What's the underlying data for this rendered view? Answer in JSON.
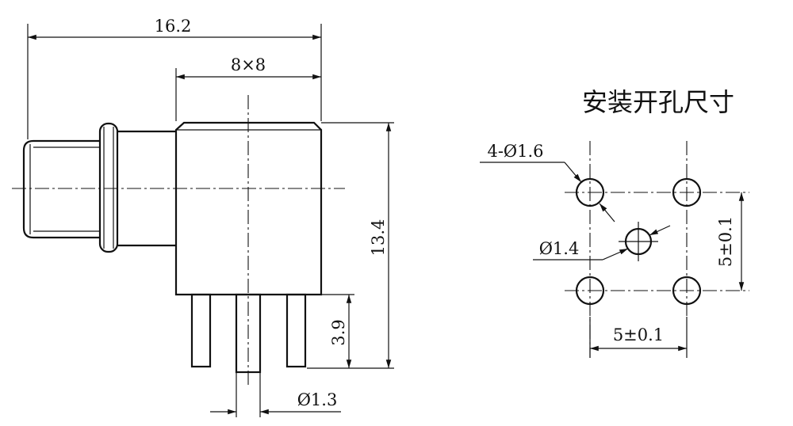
{
  "side_view": {
    "overall_length": "16.2",
    "body_size": "8×8",
    "height": "13.4",
    "pin_length": "3.9",
    "pin_diameter": "Ø1.3"
  },
  "mounting_holes": {
    "title": "安装开孔尺寸",
    "corner_holes": "4-Ø1.6",
    "center_hole": "Ø1.4",
    "spacing_x": "5±0.1",
    "spacing_y": "5±0.1"
  }
}
